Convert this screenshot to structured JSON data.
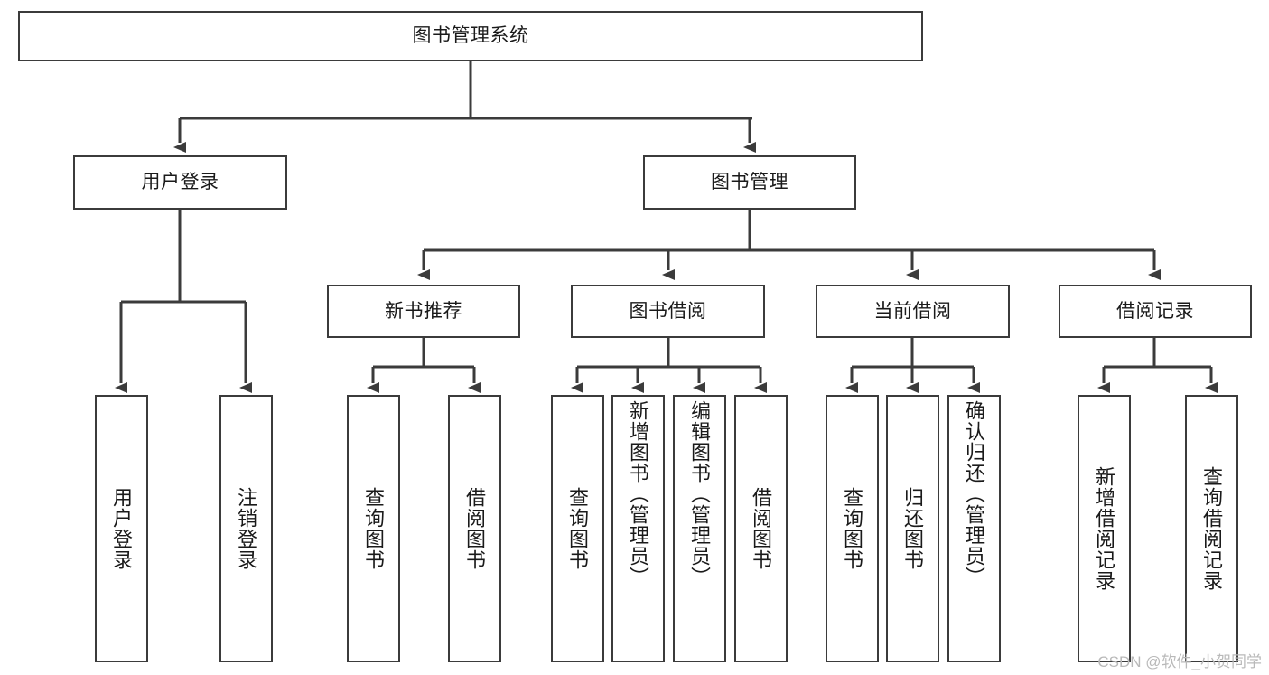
{
  "diagram": {
    "title": "图书管理系统",
    "type": "tree-hierarchy-diagram",
    "colors": {
      "box_border": "#3b3b3b",
      "box_fill": "#ffffff",
      "connector": "#3b3b3b",
      "text": "#1a1a1a",
      "watermark": "#b9b9b9",
      "background": "#ffffff"
    },
    "nodes": {
      "root": {
        "label": "图书管理系统"
      },
      "level2": [
        {
          "id": "user-login",
          "label": "用户登录"
        },
        {
          "id": "book-management",
          "label": "图书管理"
        }
      ],
      "level3": [
        {
          "id": "new-book-recommend",
          "label": "新书推荐"
        },
        {
          "id": "book-borrow",
          "label": "图书借阅"
        },
        {
          "id": "current-borrow",
          "label": "当前借阅"
        },
        {
          "id": "borrow-record",
          "label": "借阅记录"
        }
      ],
      "leaves": {
        "user-login": [
          {
            "id": "leaf-user-login",
            "label": "用户登录"
          },
          {
            "id": "leaf-logout-login",
            "label": "注销登录"
          }
        ],
        "new-book-recommend": [
          {
            "id": "leaf-query-book-1",
            "label": "查询图书"
          },
          {
            "id": "leaf-borrow-book-1",
            "label": "借阅图书"
          }
        ],
        "book-borrow": [
          {
            "id": "leaf-query-book-2",
            "label": "查询图书"
          },
          {
            "id": "leaf-add-book",
            "label": "新增图书（管理员）"
          },
          {
            "id": "leaf-edit-book",
            "label": "编辑图书（管理员）"
          },
          {
            "id": "leaf-borrow-book-2",
            "label": "借阅图书"
          }
        ],
        "current-borrow": [
          {
            "id": "leaf-query-book-3",
            "label": "查询图书"
          },
          {
            "id": "leaf-return-book",
            "label": "归还图书"
          },
          {
            "id": "leaf-confirm-return",
            "label": "确认归还（管理员）"
          }
        ],
        "borrow-record": [
          {
            "id": "leaf-add-record",
            "label": "新增借阅记录"
          },
          {
            "id": "leaf-query-record",
            "label": "查询借阅记录"
          }
        ]
      }
    },
    "watermark": "CSDN @软件_小贺同学"
  }
}
